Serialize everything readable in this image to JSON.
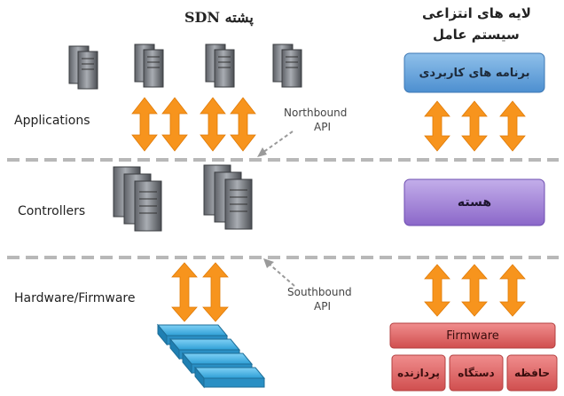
{
  "left_stack": {
    "title": "پشته SDN",
    "layers": {
      "applications": "Applications",
      "controllers": "Controllers",
      "hardware": "Hardware/Firmware"
    },
    "apis": {
      "northbound": [
        "Northbound",
        "API"
      ],
      "southbound": [
        "Southbound",
        "API"
      ]
    }
  },
  "right_stack": {
    "title": [
      "لایه های انتزاعی",
      "سیستم عامل"
    ],
    "applications_box": "برنامه های کاربردی",
    "kernel_box": "هسته",
    "firmware_box": "Firmware",
    "hardware_boxes": [
      "حافظه",
      "دستگاه",
      "پردازنده"
    ]
  },
  "colors": {
    "arrow": "#f7941d",
    "applications_box": "#6fa8dc",
    "kernel_box": "#a98ad6",
    "firmware_box": "#e06666",
    "hardware_box": "#e56f6f",
    "dashed_line": "#b8b8b8",
    "api_pointer": "#9a9a9a"
  },
  "icons": [
    "server-icon",
    "network-switch-icon",
    "double-arrow-icon"
  ]
}
